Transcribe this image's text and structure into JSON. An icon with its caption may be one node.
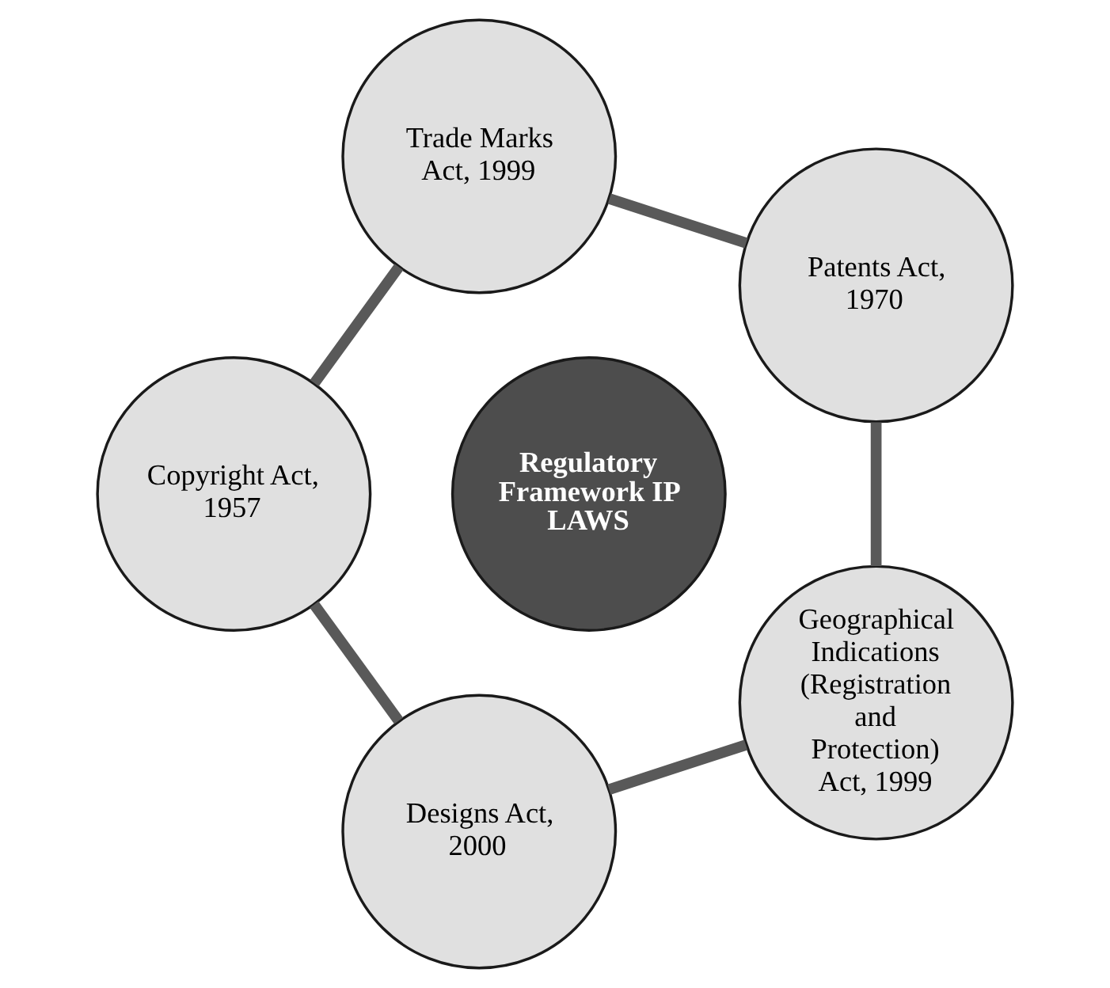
{
  "diagram": {
    "nodes": [
      {
        "text": [
          "Patents Act, 1970"
        ]
      },
      {
        "text": [
          "Trade Marks Act, 1999"
        ]
      },
      {
        "text": [
          "Copyright Act, 1957"
        ]
      },
      {
        "text": [
          "Designs Act, 2000"
        ]
      },
      {
        "text": [
          "Geographical Indications (Registration and Protection) Act, 1999"
        ]
      },
      {
        "text": [
          "Regulatory Framework IP LAWS"
        ]
      }
    ],
    "edges": [
      {
        "from": 0,
        "to": 1,
        "arrow": "none"
      },
      {
        "from": 1,
        "to": 2,
        "arrow": "none"
      },
      {
        "from": 2,
        "to": 3,
        "arrow": "none"
      },
      {
        "from": 3,
        "to": 4,
        "arrow": "none"
      },
      {
        "from": 4,
        "to": 0,
        "arrow": "none"
      }
    ]
  }
}
